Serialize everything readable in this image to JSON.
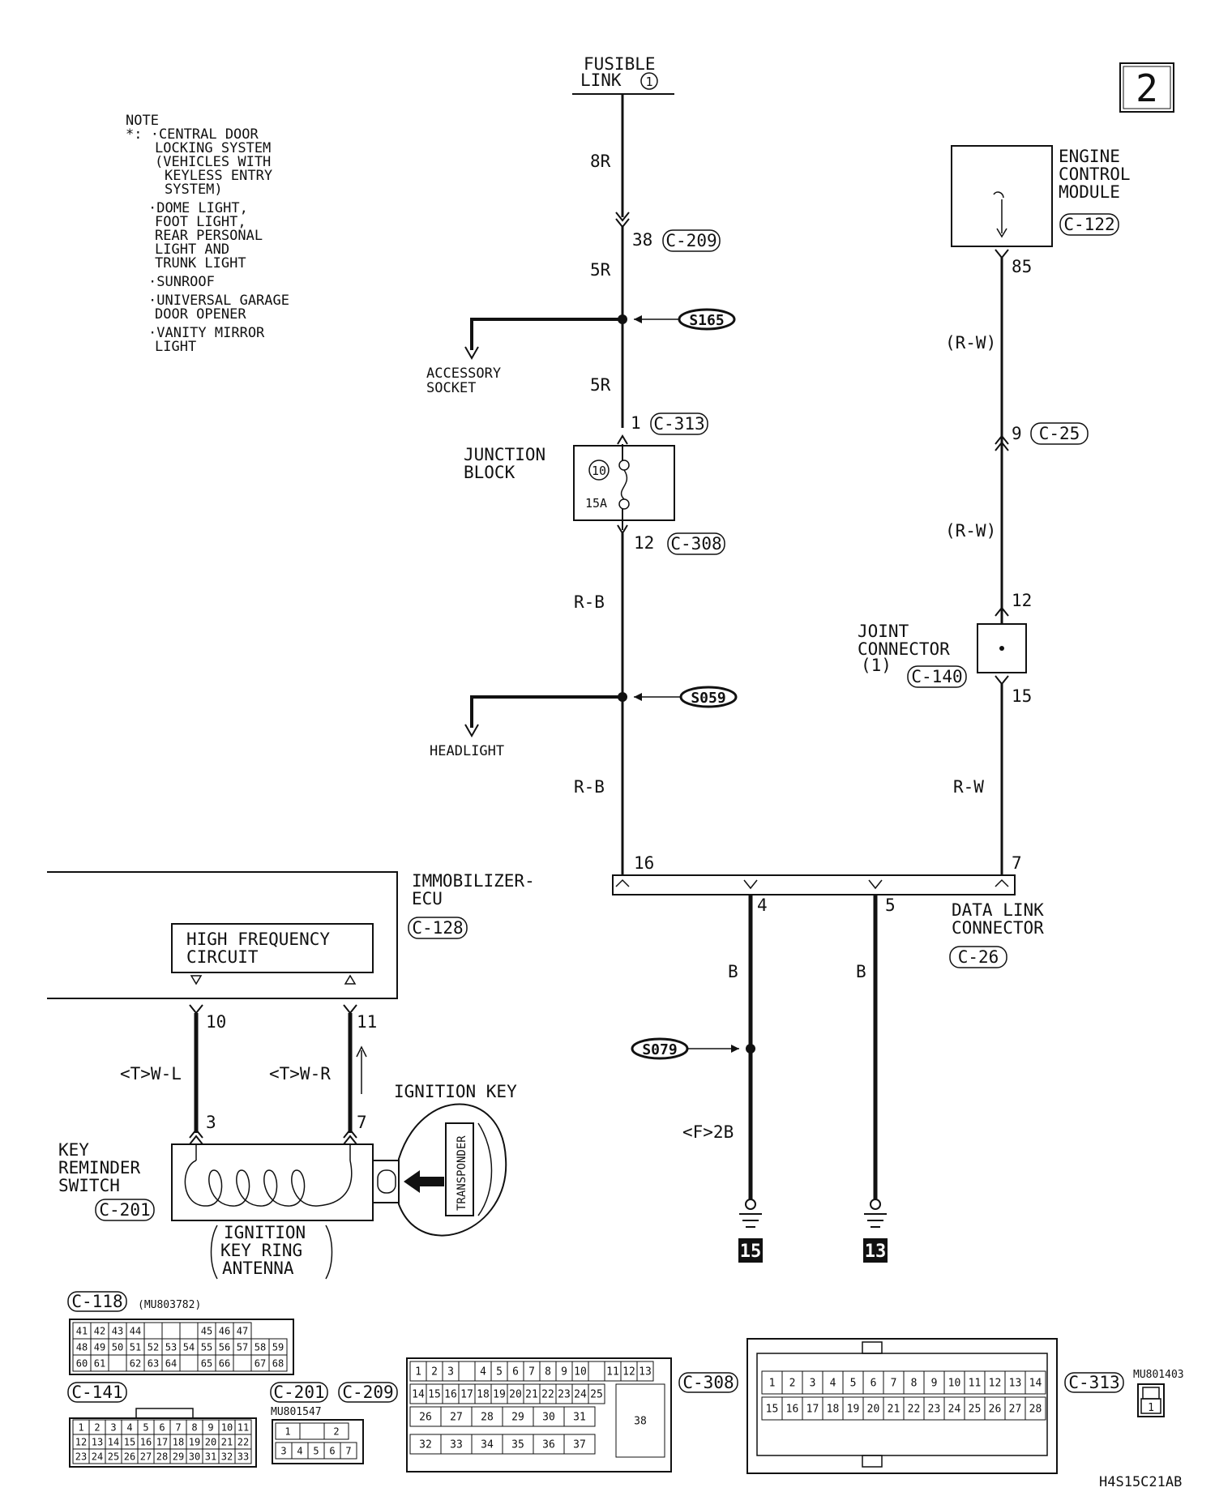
{
  "page_number": "2",
  "note": {
    "title": "NOTE",
    "lines": [
      "*: ·CENTRAL DOOR",
      "LOCKING SYSTEM",
      "(VEHICLES WITH",
      "KEYLESS ENTRY",
      "SYSTEM)",
      "·DOME LIGHT,",
      "FOOT LIGHT,",
      "REAR PERSONAL",
      "LIGHT AND",
      "TRUNK LIGHT",
      "·SUNROOF",
      "·UNIVERSAL GARAGE",
      "DOOR OPENER",
      "·VANITY MIRROR",
      "LIGHT"
    ]
  },
  "fusible_link": {
    "line1": "FUSIBLE",
    "line2": "LINK",
    "num": "1"
  },
  "wires": {
    "w8r": "8R",
    "w5r_a": "5R",
    "w5r_b": "5R",
    "rb_a": "R-B",
    "rb_b": "R-B",
    "rw_a": "(R-W)",
    "rw_b": "(R-W)",
    "rw_c": "R-W",
    "b4": "B",
    "b5": "B",
    "f2b": "<F>2B",
    "twl": "<T>W-L",
    "twr": "<T>W-R"
  },
  "pins": {
    "p38": "38",
    "p1": "1",
    "p12a": "12",
    "p85": "85",
    "p9": "9",
    "p12b": "12",
    "p15": "15",
    "p16": "16",
    "p7a": "7",
    "p4": "4",
    "p5": "5",
    "p10": "10",
    "p11": "11",
    "p3": "3",
    "p7b": "7"
  },
  "connectors": {
    "c209": "C-209",
    "c313": "C-313",
    "c308": "C-308",
    "c122": "C-122",
    "c25": "C-25",
    "c140": "C-140",
    "c26": "C-26",
    "c128": "C-128",
    "c201": "C-201"
  },
  "splices": {
    "s165": "S165",
    "s059": "S059",
    "s079": "S079"
  },
  "labels": {
    "accessory1": "ACCESSORY",
    "accessory2": "SOCKET",
    "junction1": "JUNCTION",
    "junction2": "BLOCK",
    "fuse_num": "10",
    "fuse_amp": "15A",
    "headlight": "HEADLIGHT",
    "ecm1": "ENGINE",
    "ecm2": "CONTROL",
    "ecm3": "MODULE",
    "joint1": "JOINT",
    "joint2": "CONNECTOR",
    "joint3": "(1)",
    "dlc1": "DATA LINK",
    "dlc2": "CONNECTOR",
    "immo1": "IMMOBILIZER-",
    "immo2": "ECU",
    "hf1": "HIGH FREQUENCY",
    "hf2": "CIRCUIT",
    "ignkey": "IGNITION KEY",
    "transponder": "TRANSPONDER",
    "krs1": "KEY",
    "krs2": "REMINDER",
    "krs3": "SWITCH",
    "ant1": "IGNITION",
    "ant2": "KEY RING",
    "ant3": "ANTENNA",
    "gnd15": "15",
    "gnd13": "13"
  },
  "bottom": {
    "c118": "C-118",
    "c118_part": "(MU803782)",
    "c141": "C-141",
    "c201": "C-201",
    "c209": "C-209",
    "c201_part": "MU801547",
    "c308": "C-308",
    "c313": "C-313",
    "c313_part": "MU801403",
    "code": "H4S15C21AB",
    "c118_rows": [
      [
        "41",
        "42",
        "43",
        "44",
        "",
        "",
        "",
        "45",
        "46",
        "47"
      ],
      [
        "48",
        "49",
        "50",
        "51",
        "52",
        "53",
        "54",
        "55",
        "56",
        "57",
        "58",
        "59"
      ],
      [
        "60",
        "61",
        "",
        "62",
        "63",
        "64",
        "",
        "65",
        "66",
        "",
        "67",
        "68"
      ]
    ],
    "c141_rows": [
      [
        "1",
        "2",
        "3",
        "4",
        "5",
        "6",
        "7",
        "8",
        "9",
        "10",
        "11"
      ],
      [
        "12",
        "13",
        "14",
        "15",
        "16",
        "17",
        "18",
        "19",
        "20",
        "21",
        "22"
      ],
      [
        "23",
        "24",
        "25",
        "26",
        "27",
        "28",
        "29",
        "30",
        "31",
        "32",
        "33"
      ]
    ],
    "c201_rows": [
      [
        "1",
        "",
        "2"
      ],
      [
        "3",
        "4",
        "5",
        "6",
        "7"
      ]
    ],
    "c209_row1": [
      "1",
      "2",
      "3",
      "",
      "4",
      "5",
      "6",
      "7",
      "8",
      "9",
      "10",
      "",
      "11",
      "12",
      "13"
    ],
    "c209_row2": [
      "14",
      "15",
      "16",
      "17",
      "18",
      "19",
      "20",
      "21",
      "22",
      "23",
      "24",
      "25"
    ],
    "c209_row3": [
      "26",
      "27",
      "28",
      "29",
      "30",
      "31"
    ],
    "c209_row4": [
      "32",
      "33",
      "34",
      "35",
      "36",
      "37"
    ],
    "c209_big": "38",
    "c313_row1": [
      "1",
      "2",
      "3",
      "4",
      "5",
      "6",
      "7",
      "8",
      "9",
      "10",
      "11",
      "12",
      "13",
      "14"
    ],
    "c313_row2": [
      "15",
      "16",
      "17",
      "18",
      "19",
      "20",
      "21",
      "22",
      "23",
      "24",
      "25",
      "26",
      "27",
      "28"
    ],
    "c313_pin": "1"
  }
}
